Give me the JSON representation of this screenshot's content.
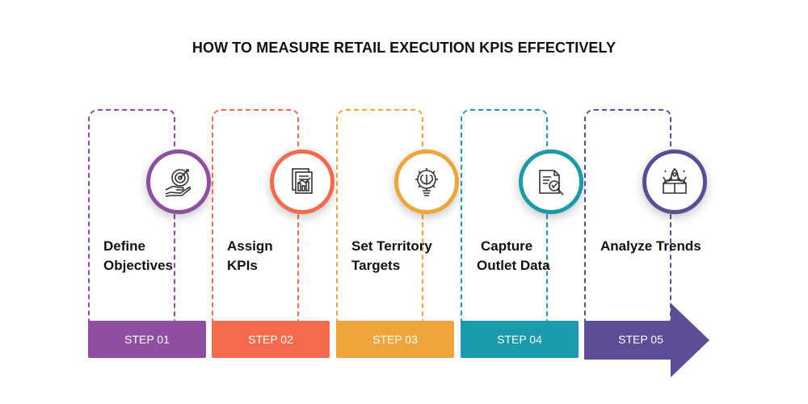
{
  "title": "HOW TO MEASURE RETAIL EXECUTION KPIS EFFECTIVELY",
  "steps": [
    {
      "label_line1": "Define",
      "label_line2": "Objectives",
      "bar": "STEP 01",
      "color": "#8e4fa0",
      "icon": "target-hand-icon"
    },
    {
      "label_line1": "Assign",
      "label_line2": "KPIs",
      "bar": "STEP 02",
      "color": "#f46a4c",
      "icon": "report-chart-icon"
    },
    {
      "label_line1": "Set Territory",
      "label_line2": "Targets",
      "bar": "STEP 03",
      "color": "#eea53c",
      "icon": "brain-gear-icon"
    },
    {
      "label_line1": "Capture",
      "label_line2": "Outlet Data",
      "bar": "STEP 04",
      "color": "#1a9aab",
      "icon": "document-search-icon"
    },
    {
      "label_line1": "Analyze Trends",
      "label_line2": "",
      "bar": "STEP 05",
      "color": "#5b4d96",
      "icon": "rocket-box-icon"
    }
  ]
}
